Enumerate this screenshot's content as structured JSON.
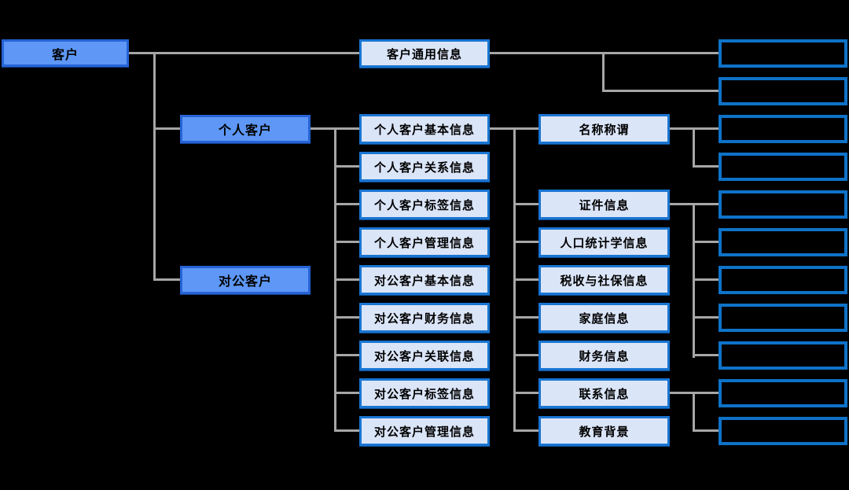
{
  "colors": {
    "background": "#000000",
    "solid_node_fill": "#5E97F5",
    "solid_node_border": "#2663D6",
    "light_node_fill": "#DBE5F8",
    "light_node_border": "#1975D2",
    "empty_node_border": "#0E72C8",
    "connector": "#A6A6A6",
    "text": "#000000"
  },
  "diagram": {
    "root": {
      "label": "客户"
    },
    "common_info": {
      "label": "客户通用信息"
    },
    "segments": [
      {
        "label": "个人客户"
      },
      {
        "label": "对公客户"
      }
    ],
    "info_nodes": [
      "个人客户基本信息",
      "个人客户关系信息",
      "个人客户标签信息",
      "个人客户管理信息",
      "对公客户基本信息",
      "对公客户财务信息",
      "对公客户关联信息",
      "对公客户标签信息",
      "对公客户管理信息"
    ],
    "detail_nodes": [
      "名称称谓",
      "证件信息",
      "人口统计学信息",
      "税收与社保信息",
      "家庭信息",
      "财务信息",
      "联系信息",
      "教育背景"
    ],
    "right_column": {
      "empty_box_count": 11
    }
  }
}
